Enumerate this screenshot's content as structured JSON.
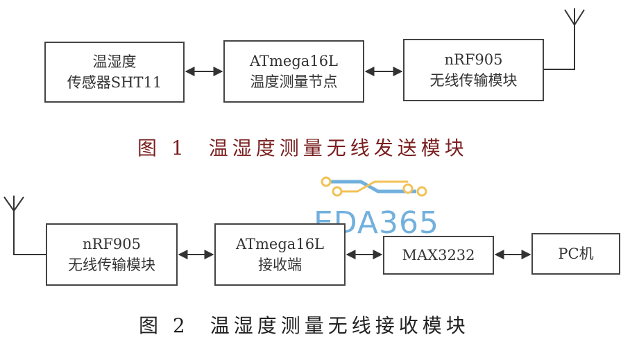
{
  "figure1": {
    "boxes": [
      {
        "line1": "温湿度",
        "line2": "传感器SHT11"
      },
      {
        "line1": "ATmega16L",
        "line2": "温度测量节点"
      },
      {
        "line1": "nRF905",
        "line2": "无线传输模块"
      }
    ],
    "caption_num": "图 1",
    "caption_text": "温湿度测量无线发送模块"
  },
  "figure2": {
    "boxes": [
      {
        "line1": "nRF905",
        "line2": "无线传输模块"
      },
      {
        "line1": "ATmega16L",
        "line2": "接收端"
      },
      {
        "line1": "MAX3232"
      },
      {
        "line1": "PC机"
      }
    ],
    "caption_num": "图 2",
    "caption_text": "温湿度测量无线接收模块"
  },
  "watermark": {
    "text": "EDA365",
    "color": "#5aa3d8",
    "accent": "#f0b73a"
  }
}
